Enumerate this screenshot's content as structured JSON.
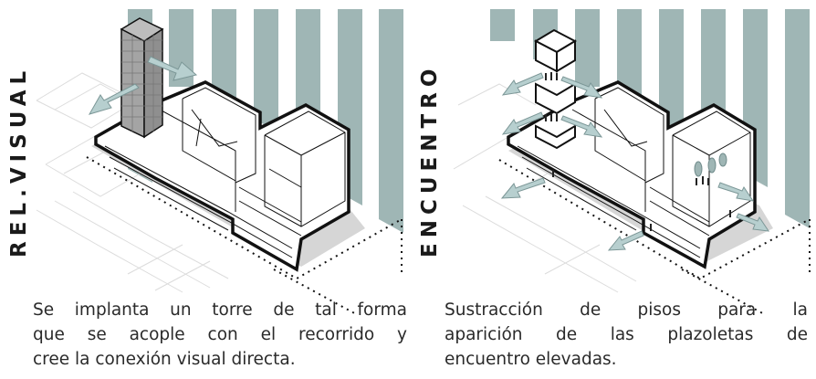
{
  "left": {
    "vertical_label": "REL.VISUAL",
    "caption_lines": [
      "Se implanta un torre de tal forma",
      "que se acople con el recorrido y",
      "cree la conexión visual directa."
    ]
  },
  "right": {
    "vertical_label": "ENCUENTRO",
    "caption_lines": [
      "Sustracción de pisos para la",
      "aparición de las plazoletas de",
      "encuentro elevadas."
    ]
  },
  "colors": {
    "stripe": "#9fb6b5",
    "shadow": "#d8d8d8",
    "tower": "#9e9e9e",
    "arrow": "#b7cfcf",
    "outline": "#111111"
  }
}
